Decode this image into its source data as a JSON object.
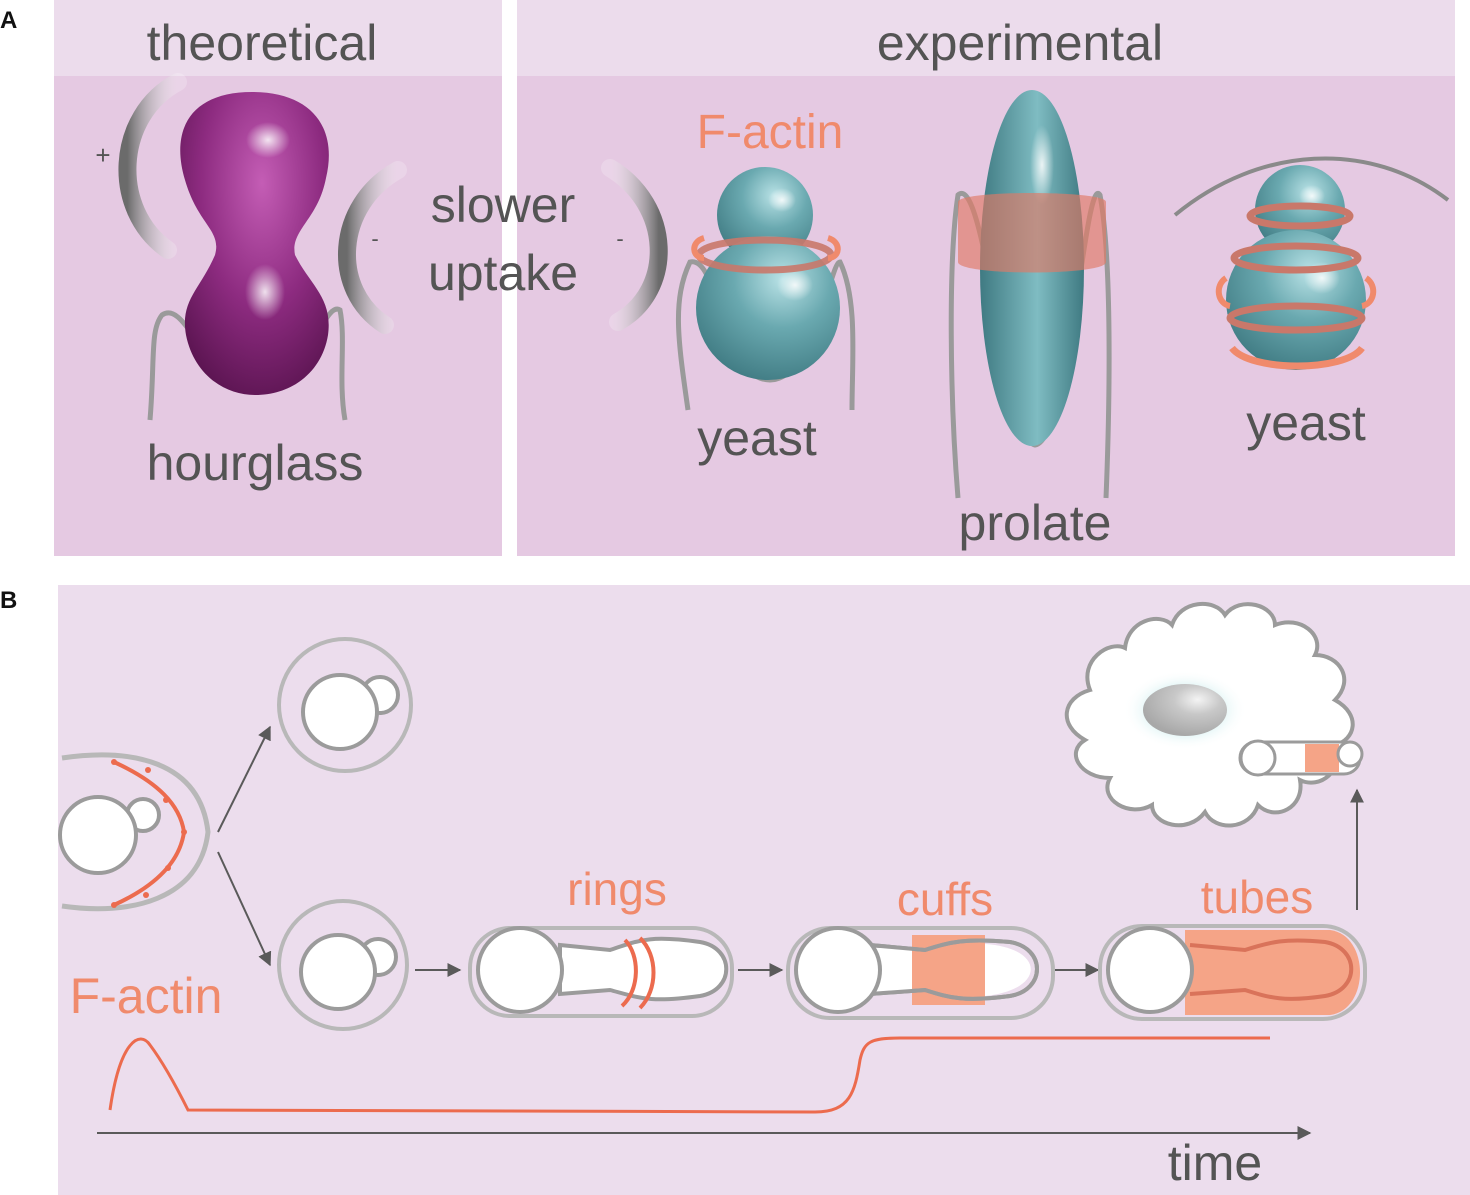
{
  "panel_a": {
    "letter": "A",
    "header_theoretical": "theoretical",
    "header_experimental": "experimental",
    "label_hourglass": "hourglass",
    "label_slower": "slower",
    "label_uptake": "uptake",
    "label_factin": "F-actin",
    "label_yeast_1": "yeast",
    "label_prolate": "prolate",
    "label_yeast_2": "yeast",
    "sign_plus": "+",
    "sign_minus_1": "-",
    "sign_minus_2": "-"
  },
  "panel_b": {
    "letter": "B",
    "label_factin": "F-actin",
    "label_rings": "rings",
    "label_cuffs": "cuffs",
    "label_tubes": "tubes",
    "label_time": "time"
  },
  "colors": {
    "header_band": "#ecdcec",
    "panel_a_bg": "#e5c9e2",
    "panel_b_bg": "#ecdded",
    "hourglass": "#8a2c7c",
    "yeast_teal": "#5f9fa6",
    "factin_coral": "#f08a6c",
    "text_gray": "#545454"
  }
}
